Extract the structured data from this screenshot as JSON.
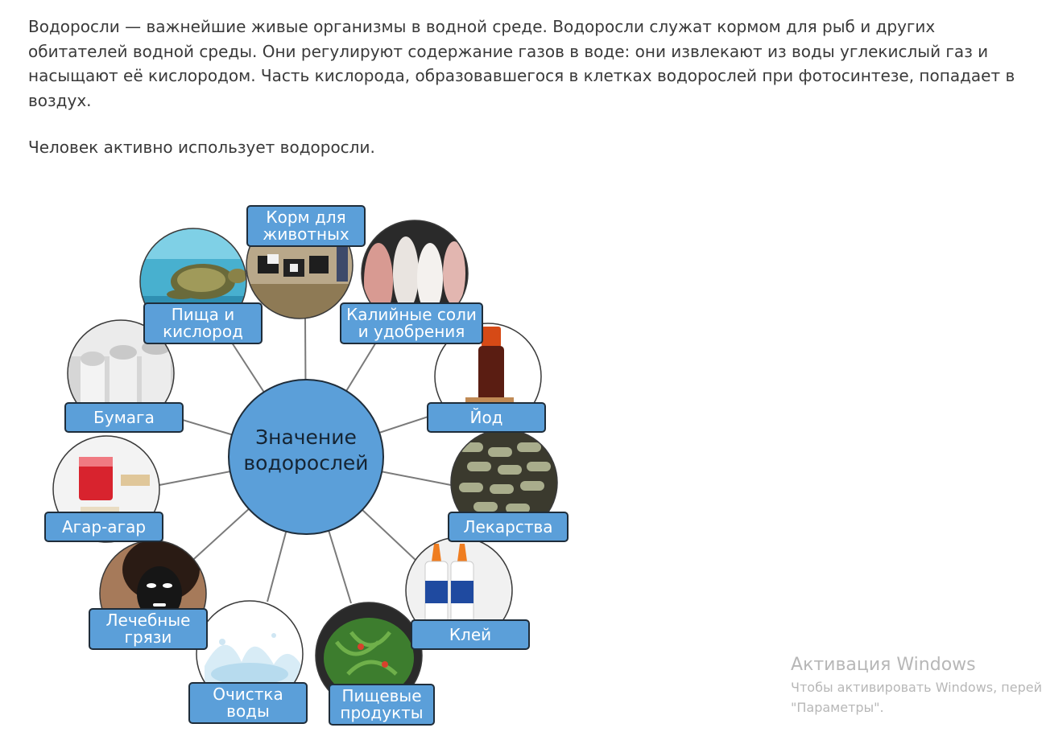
{
  "text": {
    "intro": "Водоросли — важнейшие живые организмы в водной среде. Водоросли служат кормом для рыб и других обитателей водной среды. Они регулируют содержание газов в воде: они извлекают из воды углекислый газ и насыщают её кислородом. Часть кислорода, образовавшегося в клетках водорослей при фотосинтезе, попадает в воздух.",
    "usage": "Человек активно использует водоросли."
  },
  "diagram": {
    "center": {
      "line1": "Значение",
      "line2": "водорослей"
    },
    "labels": {
      "feed": [
        "Корм для",
        "животных"
      ],
      "food_oxygen": [
        "Пища и",
        "кислород"
      ],
      "potash": [
        "Калийные соли",
        "и удобрения"
      ],
      "paper": [
        "Бумага"
      ],
      "iodine": [
        "Йод"
      ],
      "agar": [
        "Агар-агар"
      ],
      "medicine": [
        "Лекарства"
      ],
      "mud": [
        "Лечебные",
        "грязи"
      ],
      "glue": [
        "Клей"
      ],
      "water": [
        "Очистка",
        "воды"
      ],
      "foodstuff": [
        "Пищевые",
        "продукты"
      ]
    },
    "colors": {
      "label_fill": "#5b9fd9",
      "center_fill": "#5b9fd9",
      "border": "#1f2d3a"
    }
  },
  "watermark": {
    "title": "Активация Windows",
    "subtitle_line1": "Чтобы активировать Windows, перейдите в раздел",
    "subtitle_line2": "\"Параметры\"."
  }
}
